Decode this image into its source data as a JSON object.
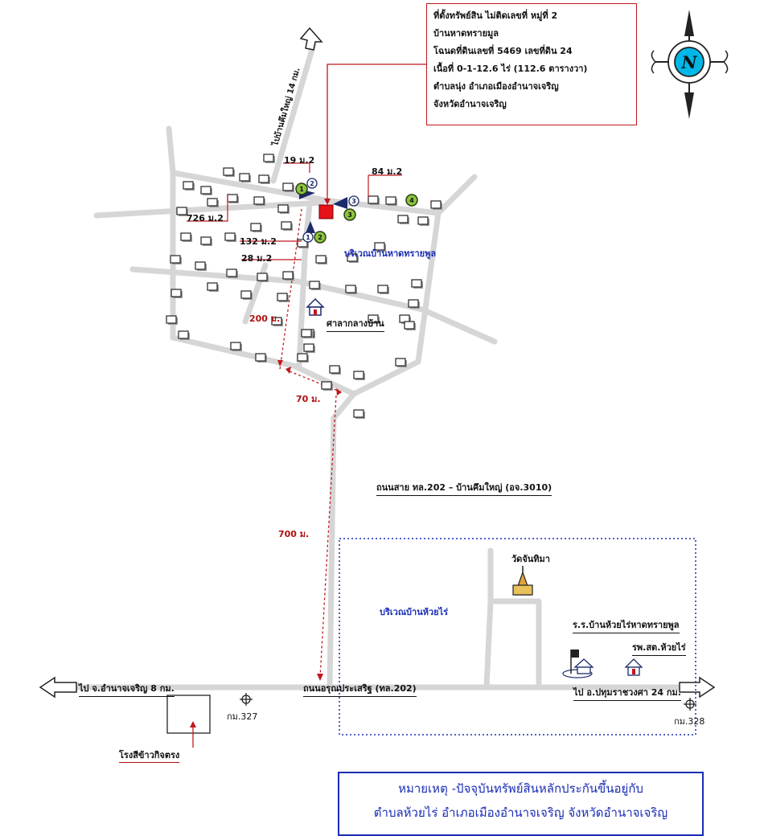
{
  "property_info": {
    "line1": "ที่ตั้งทรัพย์สิน  ไม่ติดเลขที่    หมู่ที่ 2",
    "line2": "บ้านหาดทรายมูล",
    "line3": "โฉนดที่ดินเลขที่  5469  เลขที่ดิน  24",
    "line4": "เนื้อที่   0-1-12.6  ไร่  (112.6  ตารางวา)",
    "line5": "ตำบลนุ่ง  อำเภอเมืองอำนาจเจริญ",
    "line6": "จังหวัดอำนาจเจริญ"
  },
  "compass": {
    "letter": "N",
    "accent": "#00b7e8"
  },
  "road_labels": {
    "north_road": "ไปบ้านคึมใหญ่ 14 กม.",
    "road_3010": "ถนนสาย ทล.202 – บ้านคึมใหญ่ (อจ.3010)",
    "highway_202": "ถนนอรุณประเสริฐ (ทล.202)",
    "to_amnat": "ไป จ.อำนาจเจริญ 8 กม.",
    "to_pathum": "ไป อ.ปทุมราชวงศา 24 กม."
  },
  "house_labels": {
    "h19": "19 ม.2",
    "h84": "84 ม.2",
    "h726": "726 ม.2",
    "h132": "132 ม.2",
    "h28": "28 ม.2"
  },
  "area_labels": {
    "hat_sai_mun": "บริเวณบ้านหาดทรายพูล",
    "huai_rai": "บริเวณบ้านห้วยไร่"
  },
  "landmarks": {
    "village_hall": "ศาลากลางบ้าน",
    "temple": "วัดจันทิมา",
    "school": "ร.ร.บ้านห้วยไร่หาดทรายพูล",
    "hospital": "รพ.สต.ห้วยไร่",
    "rice_mill": "โรงสีข้าวกิจตรง"
  },
  "km_markers": {
    "km327": "กม.327",
    "km328": "กม.328"
  },
  "distances": {
    "d200": "200 ม.",
    "d70": "70 ม.",
    "d700": "700 ม."
  },
  "markers": {
    "green": [
      "1",
      "2",
      "3",
      "4"
    ],
    "white": [
      "1",
      "2",
      "3"
    ]
  },
  "legend": {
    "line1": "หมายเหตุ -ปัจจุบันทรัพย์สินหลักประกันขึ้นอยู่กับ",
    "line2": "ตำบลห้วยไร่ อำเภอเมืองอำนาจเจริญ จังหวัดอำนาจเจริญ"
  },
  "colors": {
    "road": "#d6d6d6",
    "property": "#e8121a",
    "route": "#c0181e",
    "label_blue": "#1a2db5",
    "green_marker": "#8bc43f",
    "marker_arrow": "#1c2a6b"
  }
}
